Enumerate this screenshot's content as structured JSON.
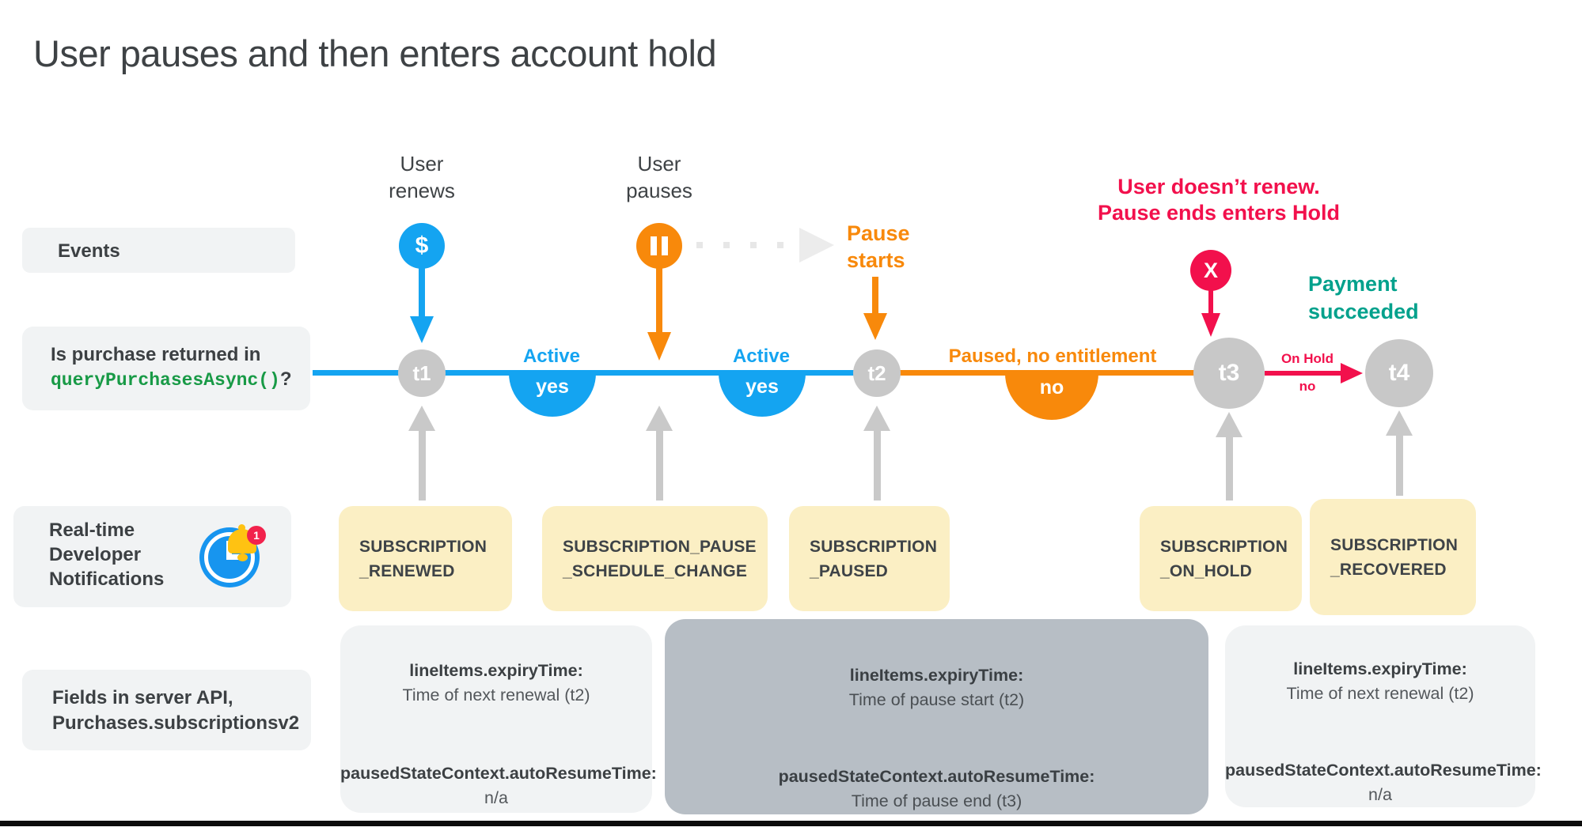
{
  "title": "User pauses and then enters account hold",
  "left_labels": {
    "events": "Events",
    "purchase_line1": "Is purchase returned in",
    "purchase_code": "queryPurchasesAsync()",
    "purchase_suffix": "?",
    "rtdn_line1": "Real-time",
    "rtdn_line2": "Developer",
    "rtdn_line3": "Notifications",
    "rtdn_badge": "1",
    "fields_line1": "Fields in server API,",
    "fields_line2": "Purchases.subscriptionsv2"
  },
  "events": {
    "renew_line1": "User",
    "renew_line2": "renews",
    "renew_icon_glyph": "$",
    "pause_line1": "User",
    "pause_line2": "pauses",
    "pause_starts_line1": "Pause",
    "pause_starts_line2": "starts",
    "hold_line1": "User doesn’t renew.",
    "hold_line2": "Pause ends enters Hold",
    "hold_icon_glyph": "X",
    "payment_line1": "Payment",
    "payment_line2": "succeeded"
  },
  "timeline": {
    "t1": "t1",
    "t2": "t2",
    "t3": "t3",
    "t4": "t4",
    "active1_state": "Active",
    "active1_answer": "yes",
    "active2_state": "Active",
    "active2_answer": "yes",
    "paused_state": "Paused, no entitlement",
    "paused_answer": "no",
    "onhold_state": "On Hold",
    "onhold_answer": "no"
  },
  "notifications": {
    "n1_line1": "SUBSCRIPTION",
    "n1_line2": "_RENEWED",
    "n2_line1": "SUBSCRIPTION_PAUSE",
    "n2_line2": "_SCHEDULE_CHANGE",
    "n3_line1": "SUBSCRIPTION",
    "n3_line2": "_PAUSED",
    "n4_line1": "SUBSCRIPTION",
    "n4_line2": "_ON_HOLD",
    "n5_line1": "SUBSCRIPTION",
    "n5_line2": "_RECOVERED"
  },
  "fields": {
    "box1": {
      "f1_label": "lineItems.expiryTime:",
      "f1_value": "Time of next renewal (t2)",
      "f2_label": "pausedStateContext.autoResumeTime:",
      "f2_value": "n/a"
    },
    "box2": {
      "f1_label": "lineItems.expiryTime:",
      "f1_value": "Time of pause start (t2)",
      "f2_label": "pausedStateContext.autoResumeTime:",
      "f2_value": "Time of pause end (t3)"
    },
    "box3": {
      "f1_label": "lineItems.expiryTime:",
      "f1_value": "Time of next renewal (t2)",
      "f2_label": "pausedStateContext.autoResumeTime:",
      "f2_value": "n/a"
    }
  },
  "colors": {
    "blue": "#14a4f1",
    "orange": "#f8890b",
    "red": "#f2104c",
    "teal": "#02a18c",
    "green_code": "#189a46",
    "node_gray": "#c8c8c8",
    "label_box_gray": "#f1f3f4",
    "notification_yellow": "#fbefc4",
    "field_box_dark": "#b7bec5"
  }
}
